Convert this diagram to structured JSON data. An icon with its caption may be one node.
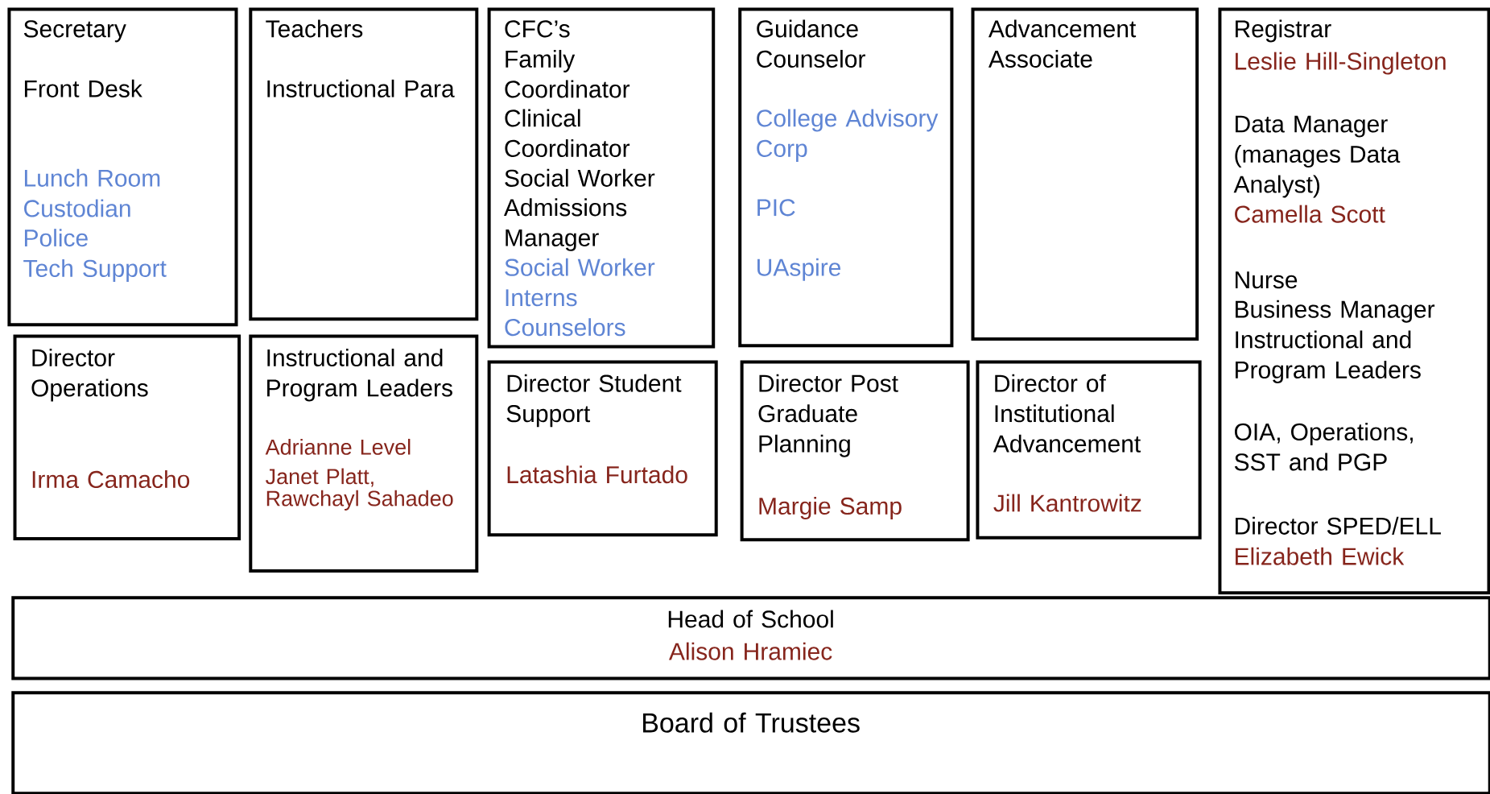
{
  "diagram": {
    "nodes": [
      {
        "text": [
          "Secretary",
          "Front Desk",
          "Lunch Room",
          "Custodian",
          "Police",
          "Tech Support"
        ]
      },
      {
        "text": [
          "Teachers",
          "Instructional Para"
        ]
      },
      {
        "text": [
          "CFC’s Family Coordinator",
          "Clinical Coordinator",
          "Social Worker",
          "Admissions Manager",
          "Social Worker Interns",
          "Counselors"
        ]
      },
      {
        "text": [
          "Guidance Counselor",
          "College Advisory Corp",
          "PIC",
          "UAspire"
        ]
      },
      {
        "text": [
          "Advancement Associate"
        ]
      },
      {
        "text": [
          "Registrar",
          "Leslie Hill-Singleton",
          "Data Manager (manages Data Analyst)",
          "Camella Scott",
          "Nurse",
          "Business Manager",
          "Instructional and Program Leaders",
          "OIA, Operations, SST and PGP",
          "Director SPED/ELL",
          "Elizabeth Ewick"
        ]
      },
      {
        "text": [
          "Director Operations",
          "Irma Camacho"
        ]
      },
      {
        "text": [
          "Instructional and Program Leaders",
          "Adrianne Level",
          "Janet Platt,",
          "Rawchayl Sahadeo"
        ]
      },
      {
        "text": [
          "Director Student Support",
          "Latashia Furtado"
        ]
      },
      {
        "text": [
          "Director Post Graduate Planning",
          "Margie Samp"
        ]
      },
      {
        "text": [
          "Director of Institutional Advancement",
          "Jill Kantrowitz"
        ]
      },
      {
        "text": [
          "Head of School",
          "Alison Hramiec"
        ]
      },
      {
        "text": [
          "Board of Trustees"
        ]
      }
    ]
  }
}
